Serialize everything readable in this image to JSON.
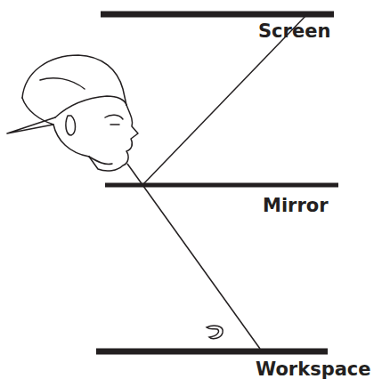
{
  "diagram": {
    "labels": [
      "Screen",
      "Mirror",
      "Workspace"
    ]
  }
}
